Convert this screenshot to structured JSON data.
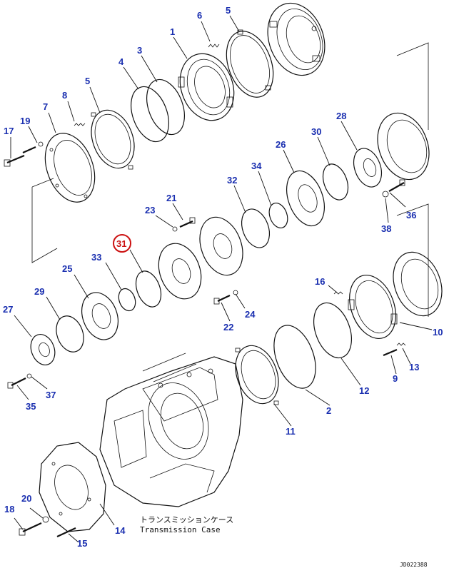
{
  "callouts": {
    "c1": "1",
    "c2": "2",
    "c3": "3",
    "c4": "4",
    "c5a": "5",
    "c5b": "5",
    "c6": "6",
    "c7": "7",
    "c8": "8",
    "c9": "9",
    "c10": "10",
    "c11": "11",
    "c12": "12",
    "c13": "13",
    "c14": "14",
    "c15": "15",
    "c16": "16",
    "c17": "17",
    "c18": "18",
    "c19": "19",
    "c20": "20",
    "c21": "21",
    "c22": "22",
    "c23": "23",
    "c24": "24",
    "c25": "25",
    "c26": "26",
    "c27": "27",
    "c28": "28",
    "c29": "29",
    "c30": "30",
    "c31": "31",
    "c32": "32",
    "c33": "33",
    "c34": "34",
    "c35": "35",
    "c36": "36",
    "c37": "37",
    "c38": "38"
  },
  "highlight": {
    "part": "31",
    "color": "#cc1111"
  },
  "accent_color": "#1a2fb0",
  "caption": {
    "jp": "トランスミッションケース",
    "en": "Transmission Case"
  },
  "drawing_number": "JD022388"
}
